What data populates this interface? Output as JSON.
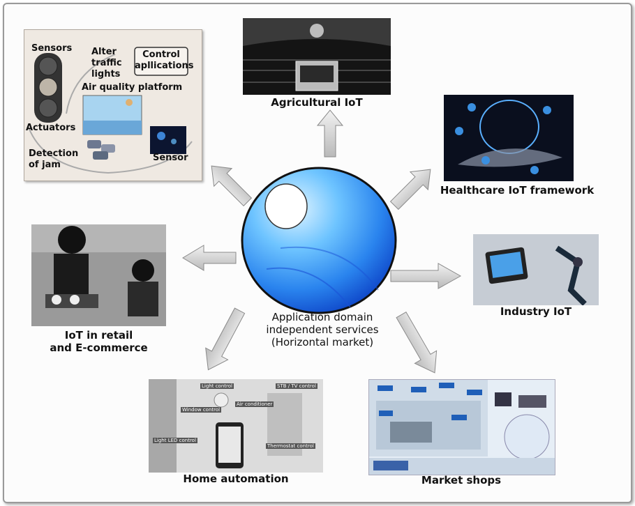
{
  "center": {
    "lines": [
      "Application domain",
      "independent services",
      "(Horizontal market)"
    ]
  },
  "smart_city": {
    "sensors": "Sensors",
    "alter_lines": [
      "Alter",
      "traffic",
      "lights"
    ],
    "control_lines": [
      "Control",
      "apllications"
    ],
    "air_quality": "Air quality platform",
    "actuators": "Actuators",
    "detection_lines": [
      "Detection",
      "of jam"
    ],
    "sensor": "Sensor"
  },
  "domains": {
    "agricultural": "Agricultural IoT",
    "healthcare": "Healthcare IoT framework",
    "industry": "Industry IoT",
    "retail_lines": [
      "IoT in retail",
      "and E-commerce"
    ],
    "home": "Home automation",
    "market": "Market shops"
  },
  "home_callouts": [
    "Light control",
    "Window control",
    "Air conditioner",
    "STB / TV control",
    "Light LED control",
    "Thermostat control"
  ],
  "colors": {
    "sphere_light": "#bfe6ff",
    "sphere_mid": "#3a9af0",
    "sphere_dark": "#0a3ec8",
    "arrow": "#cfcfcf"
  }
}
